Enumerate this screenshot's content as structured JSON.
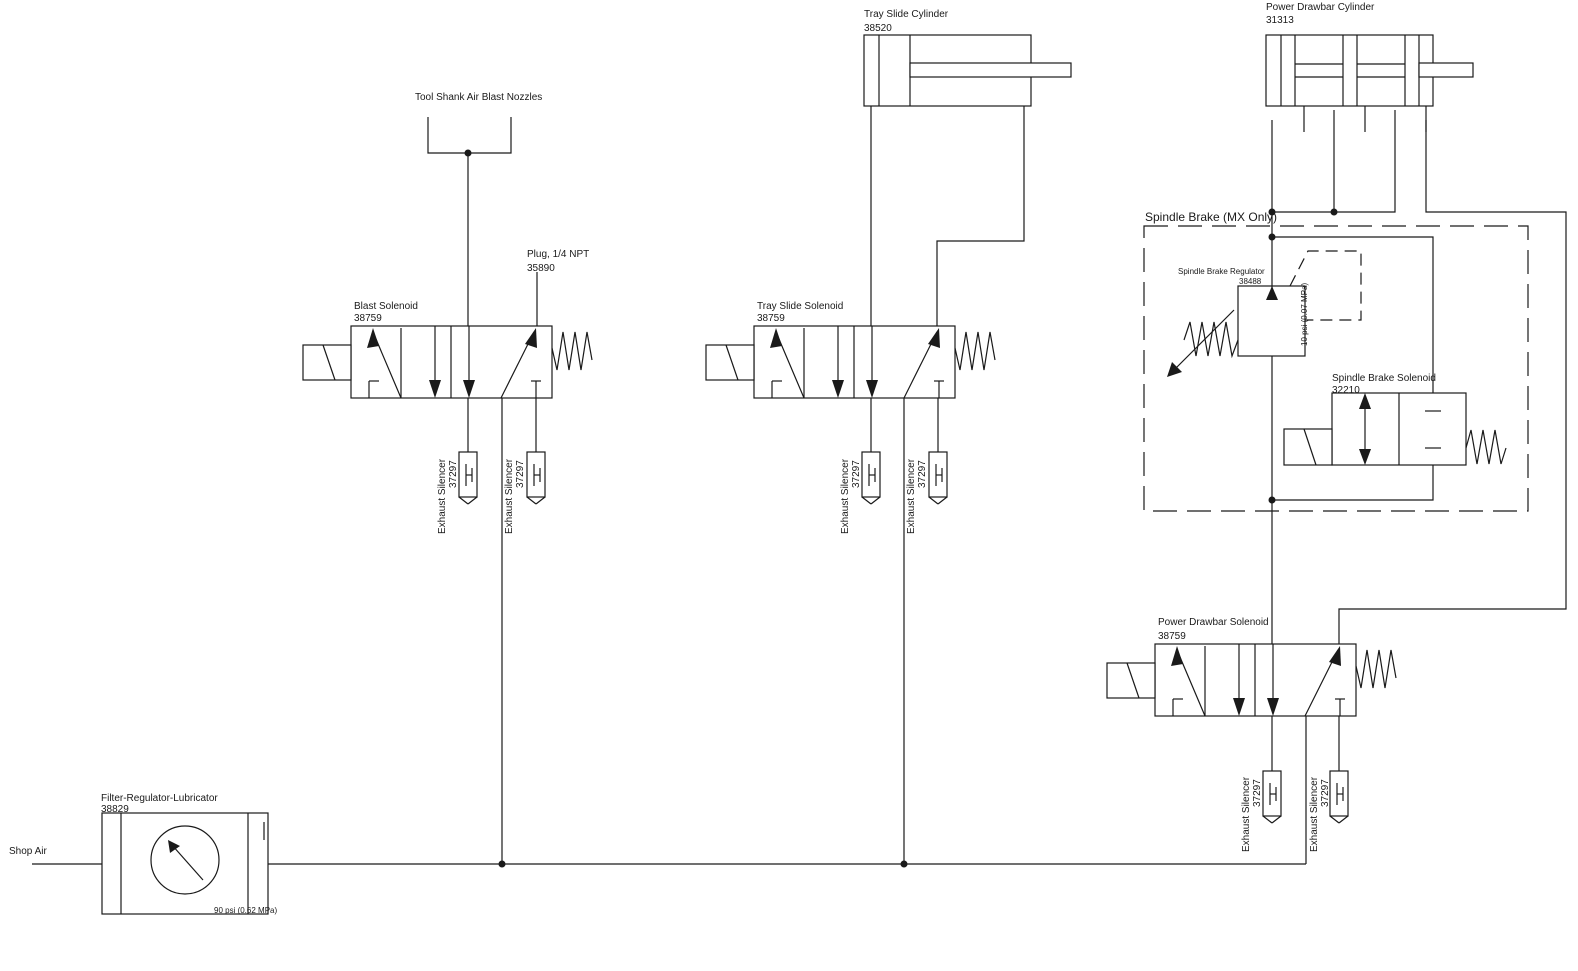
{
  "labels": {
    "shop_air": "Shop Air",
    "frl_name": "Filter-Regulator-Lubricator",
    "frl_part": "38829",
    "frl_pressure": "90 psi (0.62 MPa)",
    "nozzles": "Tool Shank Air Blast Nozzles",
    "plug_name": "Plug, 1/4 NPT",
    "plug_part": "35890",
    "blast_name": "Blast Solenoid",
    "blast_part": "38759",
    "tray_cyl_name": "Tray Slide Cylinder",
    "tray_cyl_part": "38520",
    "tray_sol_name": "Tray Slide Solenoid",
    "tray_sol_part": "38759",
    "drawbar_cyl_name": "Power Drawbar Cylinder",
    "drawbar_cyl_part": "31313",
    "spindle_brake_group": "Spindle Brake (MX Only)",
    "brake_reg_name": "Spindle Brake Regulator",
    "brake_reg_part": "38488",
    "brake_reg_pressure": "10 psi (0.07 MPa)",
    "brake_sol_name": "Spindle Brake Solenoid",
    "brake_sol_part": "32210",
    "drawbar_sol_name": "Power Drawbar Solenoid",
    "drawbar_sol_part": "38759",
    "silencer_name": "Exhaust Silencer",
    "silencer_part": "37297"
  }
}
